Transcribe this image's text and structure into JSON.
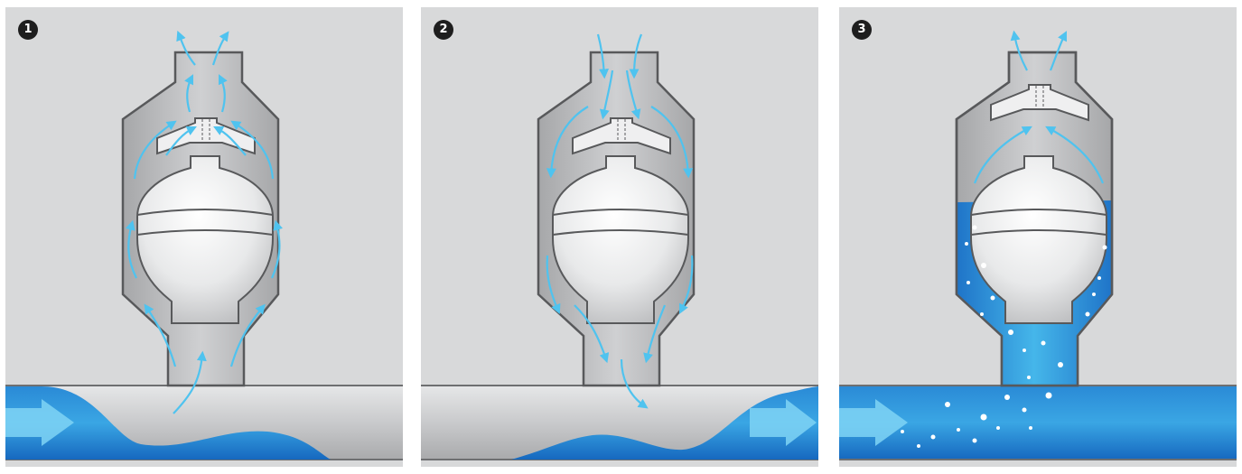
{
  "colors": {
    "panel_bg": "#d8d9da",
    "valve_body": "#b8b9bb",
    "water_dark": "#1f7fd0",
    "water_light": "#43b6ea",
    "arrow": "#4fc3ef",
    "badge": "#1e1e1e"
  },
  "panels": [
    {
      "step": "1",
      "icon": "air-venting-up-icon"
    },
    {
      "step": "2",
      "icon": "air-intake-down-icon"
    },
    {
      "step": "3",
      "icon": "float-closed-water-full-icon"
    }
  ]
}
